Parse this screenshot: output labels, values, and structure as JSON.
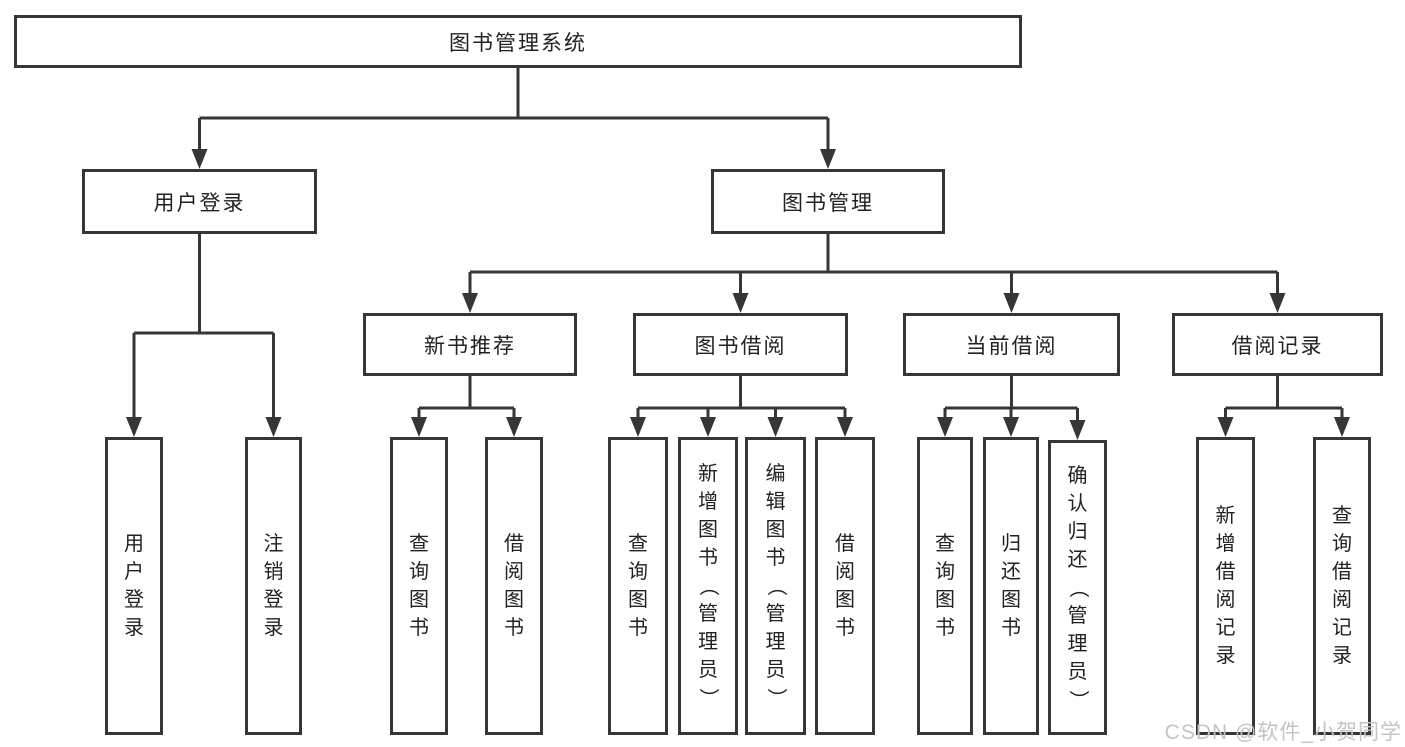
{
  "diagram": {
    "root": "图书管理系统",
    "level1": {
      "user_login": "用户登录",
      "book_mgmt": "图书管理"
    },
    "level2": {
      "new_books": "新书推荐",
      "book_borrowing": "图书借阅",
      "current_borrowing": "当前借阅",
      "borrow_records": "借阅记录"
    },
    "leaves": {
      "user_login": [
        "用户登录",
        "注销登录"
      ],
      "new_books": [
        "查询图书",
        "借阅图书"
      ],
      "book_borrowing": [
        "查询图书",
        "新增图书（管理员）",
        "编辑图书（管理员）",
        "借阅图书"
      ],
      "current_borrowing": [
        "查询图书",
        "归还图书",
        "确认归还（管理员）"
      ],
      "borrow_records": [
        "新增借阅记录",
        "查询借阅记录"
      ]
    }
  },
  "watermark": "CSDN @软件_小贺同学",
  "colors": {
    "line": "#363636",
    "text": "#222222",
    "box_bg": "#ffffff",
    "watermark": "#c4c4c4"
  }
}
